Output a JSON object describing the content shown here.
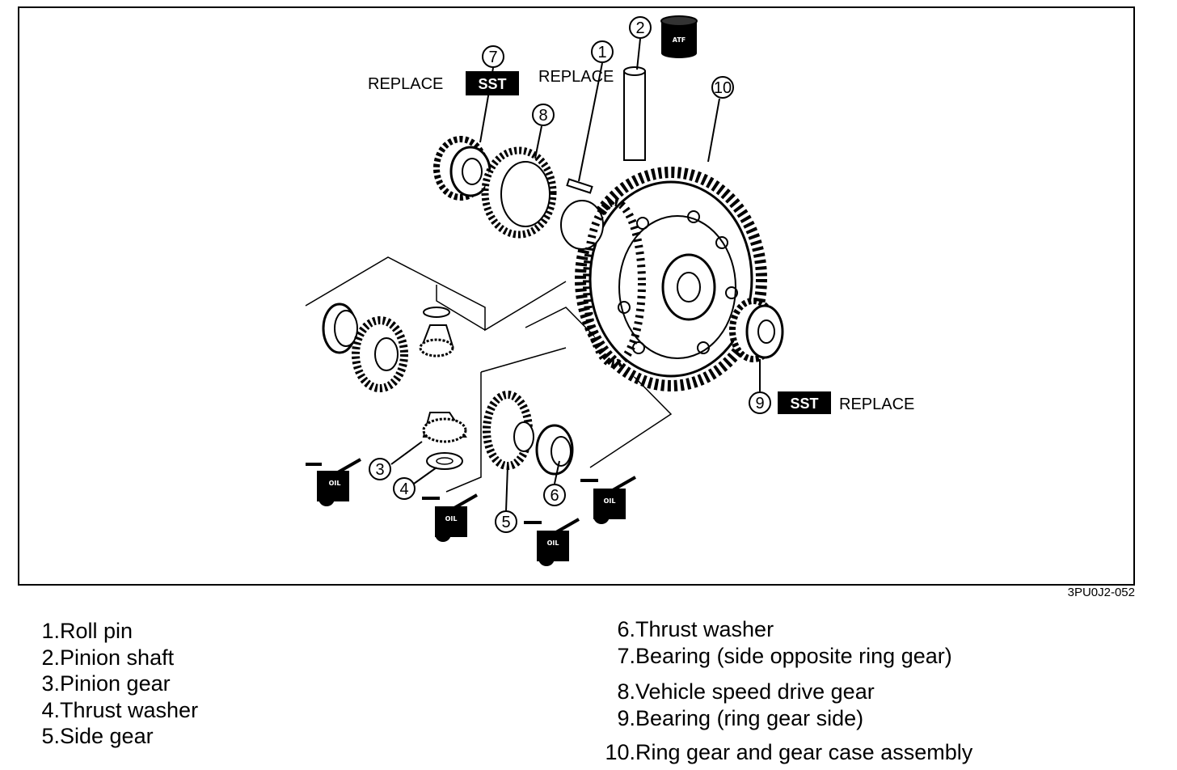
{
  "diagram": {
    "callouts": {
      "c1": "1",
      "c2": "2",
      "c3": "3",
      "c4": "4",
      "c5": "5",
      "c6": "6",
      "c7": "7",
      "c8": "8",
      "c9": "9",
      "c10": "10"
    },
    "replace_label": "REPLACE",
    "sst_label": "SST",
    "atf_label": "ATF",
    "oil_label": "OIL"
  },
  "figure_code": "3PU0J2-052",
  "legend": {
    "left": [
      {
        "num": "1.",
        "text": "Roll pin"
      },
      {
        "num": "2.",
        "text": "Pinion shaft"
      },
      {
        "num": "3.",
        "text": "Pinion gear"
      },
      {
        "num": "4.",
        "text": "Thrust washer"
      },
      {
        "num": "5.",
        "text": "Side gear"
      }
    ],
    "right": [
      {
        "num": "6.",
        "text": "Thrust washer"
      },
      {
        "num": "7.",
        "text": "Bearing (side opposite ring gear)"
      },
      {
        "num": "8.",
        "text": "Vehicle speed drive gear"
      },
      {
        "num": "9.",
        "text": "Bearing (ring gear side)"
      },
      {
        "num": "10.",
        "text": "Ring gear and gear case assembly"
      }
    ]
  }
}
